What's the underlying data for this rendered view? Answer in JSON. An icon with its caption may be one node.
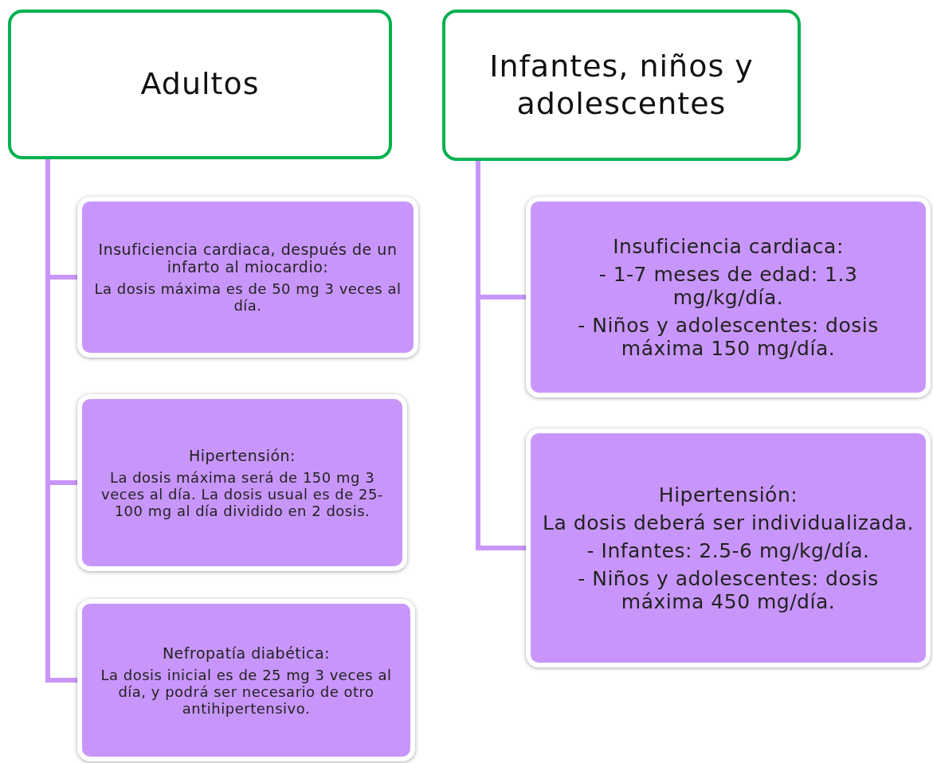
{
  "diagram": {
    "nodes": [
      {
        "text": [
          "Adultos"
        ]
      },
      {
        "text": [
          "Infantes, niños y adolescentes"
        ]
      },
      {
        "text": [
          "Insuficiencia cardiaca, después de un infarto al miocardio:",
          "La dosis máxima es de 50 mg 3 veces al día."
        ]
      },
      {
        "text": [
          "Hipertensión:",
          "La dosis máxima será de 150 mg 3 veces al día. La dosis usual es de 25-100 mg al día dividido en 2 dosis."
        ]
      },
      {
        "text": [
          "Nefropatía diabética:",
          "La dosis inicial es de 25 mg 3 veces al día, y podrá ser necesario de otro antihipertensivo."
        ]
      },
      {
        "text": [
          "Insuficiencia cardiaca:",
          "- 1-7 meses de edad: 1.3 mg/kg/día.",
          "- Niños y adolescentes: dosis máxima 150 mg/día."
        ]
      },
      {
        "text": [
          "Hipertensión:",
          "La dosis deberá ser individualizada.",
          "- Infantes: 2.5-6 mg/kg/día.",
          "- Niños y adolescentes: dosis máxima 450 mg/día."
        ]
      }
    ],
    "edges": [
      {
        "from": 0,
        "to": 2,
        "arrow": "none"
      },
      {
        "from": 0,
        "to": 3,
        "arrow": "none"
      },
      {
        "from": 0,
        "to": 4,
        "arrow": "none"
      },
      {
        "from": 1,
        "to": 5,
        "arrow": "none"
      },
      {
        "from": 1,
        "to": 6,
        "arrow": "none"
      }
    ]
  }
}
